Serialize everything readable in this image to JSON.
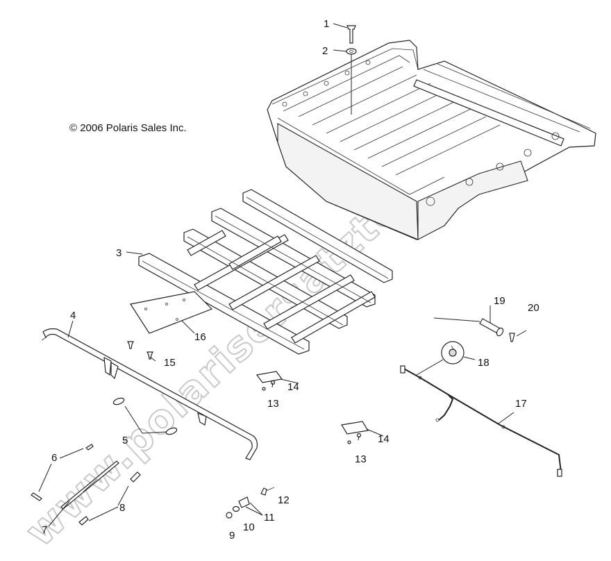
{
  "copyright": "© 2006 Polaris Sales Inc.",
  "watermark": "www.polarisersatzteile.de",
  "callouts": {
    "c1": "1",
    "c2": "2",
    "c3": "3",
    "c4": "4",
    "c5": "5",
    "c6": "6",
    "c7": "7",
    "c8": "8",
    "c9": "9",
    "c10": "10",
    "c11": "11",
    "c12": "12",
    "c13a": "13",
    "c13b": "13",
    "c14a": "14",
    "c14b": "14",
    "c15": "15",
    "c16": "16",
    "c17": "17",
    "c18": "18",
    "c19": "19",
    "c20": "20"
  }
}
